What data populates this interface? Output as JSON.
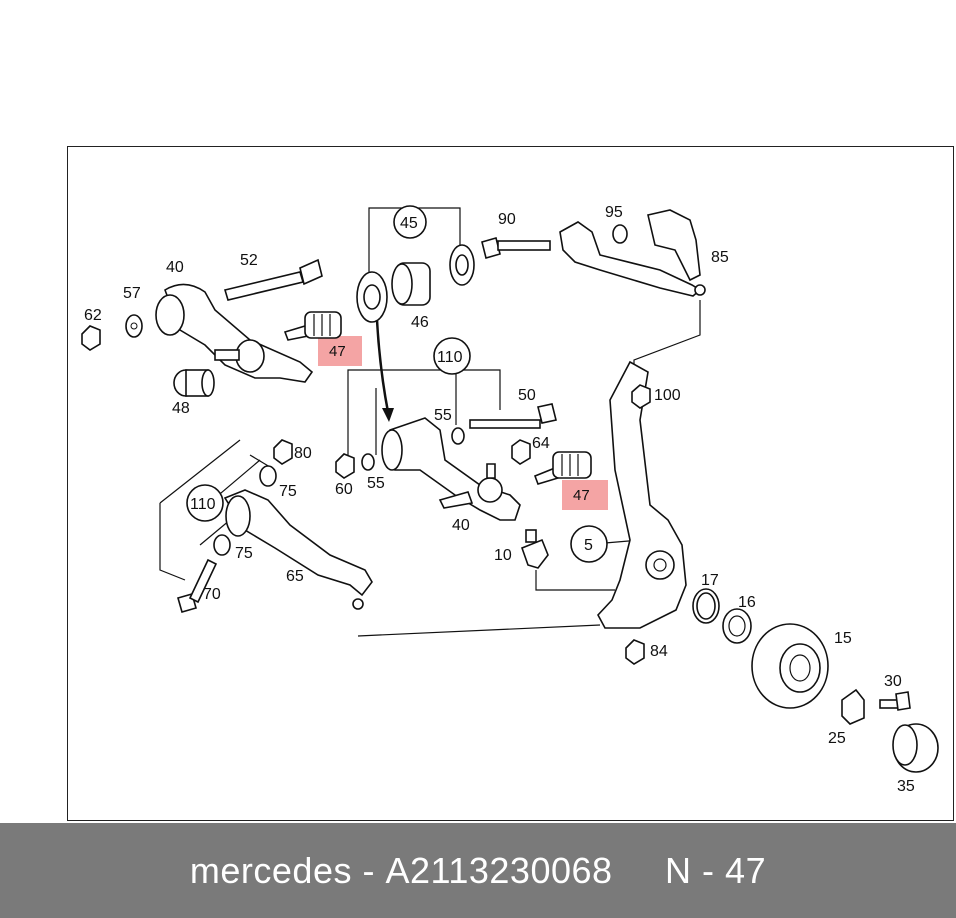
{
  "footer": {
    "brand": "mercedes",
    "separator1": " - ",
    "part_number": "A2113230068",
    "spacer": "     ",
    "position_prefix": "N",
    "separator2": " - ",
    "position": "47"
  },
  "highlight_color": "#f4a4a4",
  "callouts": {
    "c40a": "40",
    "c52": "52",
    "c57": "57",
    "c62": "62",
    "c47a": "47",
    "c48": "48",
    "c45": "45",
    "c46": "46",
    "c90": "90",
    "c95": "95",
    "c85": "85",
    "c110a": "110",
    "c50": "50",
    "c55a": "55",
    "c64": "64",
    "c47b": "47",
    "c100": "100",
    "c60": "60",
    "c55b": "55",
    "c40b": "40",
    "c80": "80",
    "c75a": "75",
    "c110b": "110",
    "c75b": "75",
    "c65": "65",
    "c70": "70",
    "c10": "10",
    "c5": "5",
    "c17": "17",
    "c16": "16",
    "c15": "15",
    "c84": "84",
    "c30": "30",
    "c25": "25",
    "c35": "35"
  }
}
